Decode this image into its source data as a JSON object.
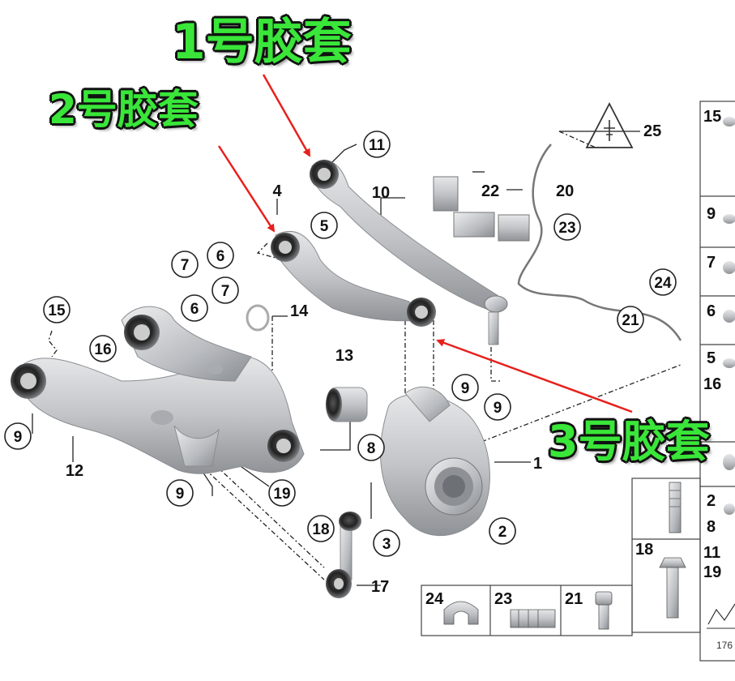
{
  "callouts": {
    "bushing_1": "1号胶套",
    "bushing_2": "2号胶套",
    "bushing_3": "3号胶套"
  },
  "colors": {
    "callout_fill": "#39e639",
    "callout_outline": "#111111",
    "arrow": "#e8201c",
    "part_metal": "#c4c6c9"
  },
  "labels": {
    "p1": "1",
    "p2": "2",
    "p3": "3",
    "p4": "4",
    "p5": "5",
    "p6a": "6",
    "p6b": "6",
    "p7a": "7",
    "p7b": "7",
    "p8": "8",
    "p9a": "9",
    "p9b": "9",
    "p9c": "9",
    "p9d": "9",
    "p10": "10",
    "p11": "11",
    "p12": "12",
    "p13": "13",
    "p14": "14",
    "p15": "15",
    "p16": "16",
    "p17": "17",
    "p18": "18",
    "p19": "19",
    "p20": "20",
    "p21": "21",
    "p22": "22",
    "p23": "23",
    "p24": "24",
    "p25": "25"
  },
  "side_panel": {
    "rows": [
      "15",
      "9",
      "7",
      "6",
      "5",
      "16",
      "2",
      "8",
      "11",
      "19"
    ],
    "bottom_label": "18",
    "ref_number": "176"
  },
  "bottom_panel": {
    "cells": [
      "24",
      "23",
      "21"
    ]
  }
}
